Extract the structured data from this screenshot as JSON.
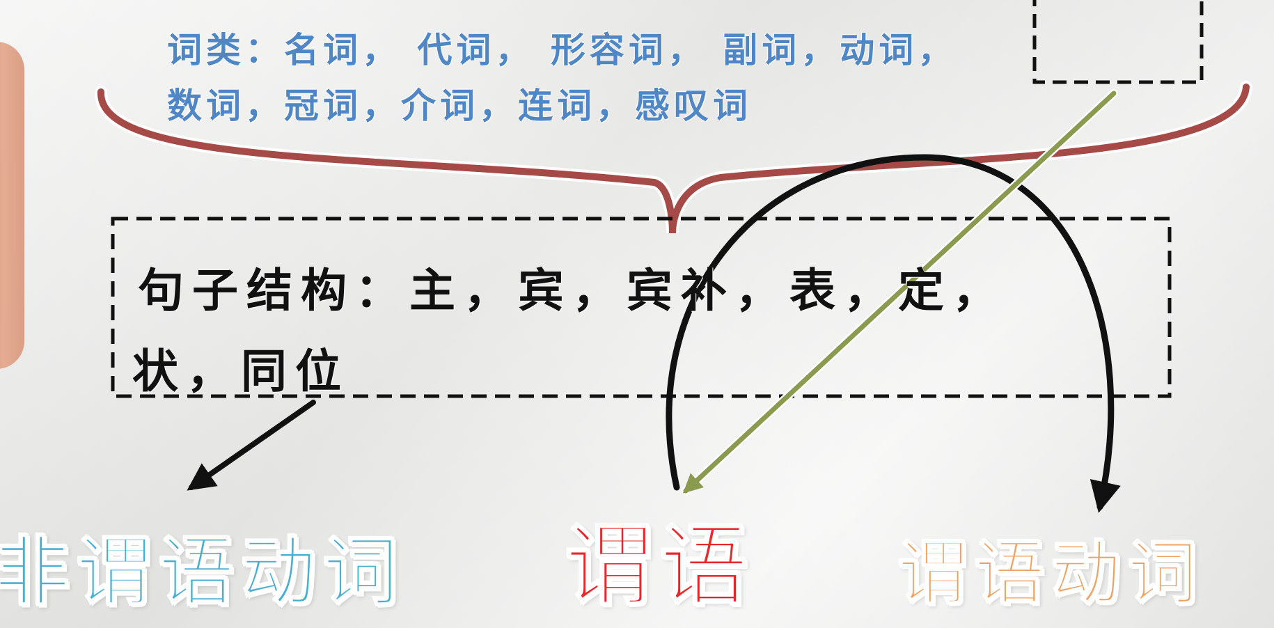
{
  "word_class": {
    "line1_prefix": "词类：名词， 代词， 形容词， 副词，",
    "line1_highlight": "动词，",
    "line2": "数词，冠词，介词，连词，感叹词"
  },
  "sentence_structure": {
    "line1": "句子结构：主，宾，宾补，表，定，",
    "line2": "状，同位"
  },
  "labels": {
    "non_predicate_verb": "非谓语动词",
    "predicate": "谓语",
    "predicate_verb": "谓语动词"
  },
  "colors": {
    "word_class_text": "#4f86c6",
    "brace": "#a54a47",
    "green_arrow": "#8a9a4e",
    "predicate": "#e8262b",
    "predicate_verb": "#f0a060",
    "non_predicate_verb": "#49aed0",
    "ink": "#111111"
  }
}
